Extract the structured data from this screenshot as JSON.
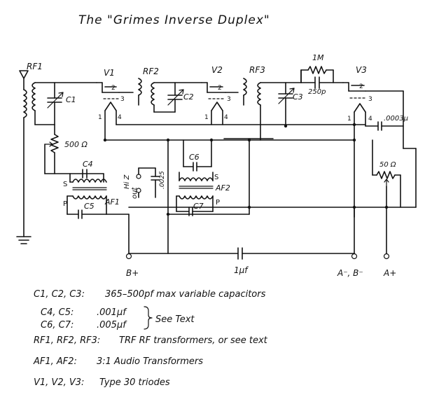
{
  "title": "The \"Grimes Inverse Duplex\"",
  "parts": {
    "rf1": "RF1",
    "rf2": "RF2",
    "rf3": "RF3",
    "v1": "V1",
    "v2": "V2",
    "v3": "V3",
    "c1": "C1",
    "c2": "C2",
    "c3": "C3",
    "c4": "C4",
    "c5": "C5",
    "c6": "C6",
    "c7": "C7",
    "af1": "AF1",
    "af2": "AF2",
    "r500": "500 Ω",
    "r50": "50 Ω",
    "r1m": "1M",
    "c250p": "250p",
    "c0003": ".0003µ",
    "c0025": ".0025",
    "hiz": "Hi Z",
    "out": "out",
    "c1mf": "1µf",
    "pin1": "1",
    "pin2": "2",
    "pin3": "3",
    "pin4": "4",
    "s": "S",
    "p": "P"
  },
  "terminals": {
    "bplus": "B+",
    "aminus": "A⁻, B⁻",
    "aplus": "A+"
  },
  "notes": [
    {
      "key": "C1, C2, C3:",
      "text": "365–500pf max variable capacitors"
    },
    {
      "key": "C4, C5:",
      "text": ".001µf"
    },
    {
      "key": "C6, C7:",
      "text": ".005µf"
    },
    {
      "key": "",
      "text": "See Text"
    },
    {
      "key": "RF1, RF2, RF3:",
      "text": "TRF RF transformers, or see text"
    },
    {
      "key": "AF1, AF2:",
      "text": "3:1 Audio Transformers"
    },
    {
      "key": "V1, V2, V3:",
      "text": "Type 30 triodes"
    }
  ]
}
